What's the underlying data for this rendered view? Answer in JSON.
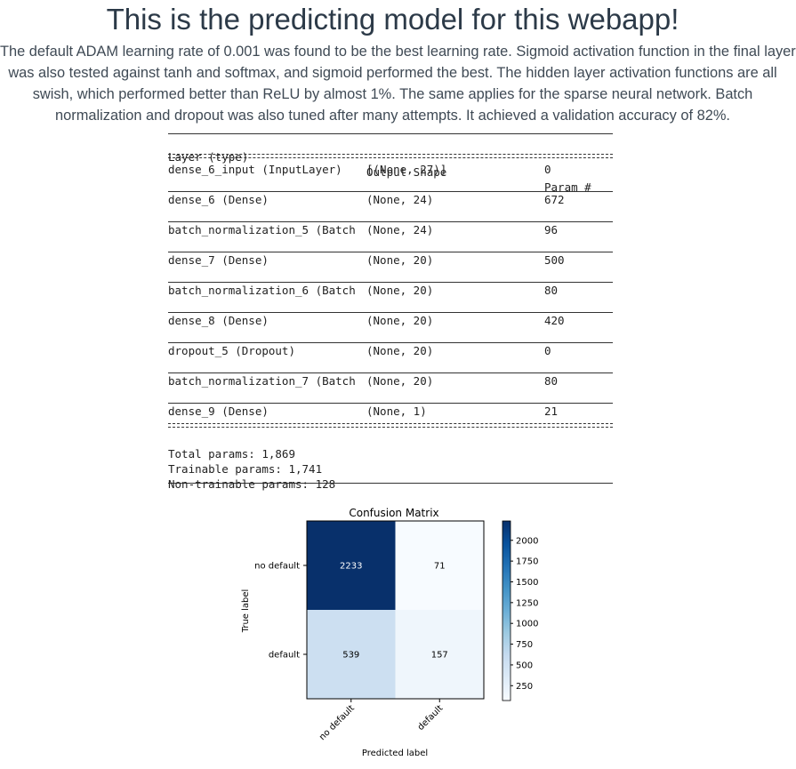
{
  "page": {
    "title": "This is the predicting model for this webapp!",
    "intro_lines": [
      "The default ADAM learning rate of 0.001 was found to be the best learning rate. Sigmoid activation function in the final layer",
      "was also tested against tanh and softmax, and sigmoid performed the best. The hidden layer activation functions are all",
      "swish, which performed better than ReLU by almost 1%. The same applies for the sparse neural network. Batch",
      "normalization and dropout was also tuned after many attempts. It achieved a validation accuracy of 82%."
    ]
  },
  "summary": {
    "headers": {
      "layer": "Layer (type)",
      "shape": "Output Shape",
      "params": "Param #"
    },
    "rows": [
      {
        "layer": "dense_6_input (InputLayer)",
        "shape": "[(None, 27)]",
        "params": "0"
      },
      {
        "layer": "dense_6 (Dense)",
        "shape": "(None, 24)",
        "params": "672"
      },
      {
        "layer": "batch_normalization_5 (Batch",
        "shape": "(None, 24)",
        "params": "96"
      },
      {
        "layer": "dense_7 (Dense)",
        "shape": "(None, 20)",
        "params": "500"
      },
      {
        "layer": "batch_normalization_6 (Batch",
        "shape": "(None, 20)",
        "params": "80"
      },
      {
        "layer": "dense_8 (Dense)",
        "shape": "(None, 20)",
        "params": "420"
      },
      {
        "layer": "dropout_5 (Dropout)",
        "shape": "(None, 20)",
        "params": "0"
      },
      {
        "layer": "batch_normalization_7 (Batch",
        "shape": "(None, 20)",
        "params": "80"
      },
      {
        "layer": "dense_9 (Dense)",
        "shape": "(None, 1)",
        "params": "21"
      }
    ],
    "totals": {
      "total": "Total params: 1,869",
      "trainable": "Trainable params: 1,741",
      "non_trainable": "Non-trainable params: 128"
    }
  },
  "chart_data": {
    "type": "heatmap",
    "title": "Confusion Matrix",
    "xlabel": "Predicted label",
    "ylabel": "True label",
    "x_categories": [
      "no default",
      "default"
    ],
    "y_categories": [
      "no default",
      "default"
    ],
    "values": [
      [
        2233,
        71
      ],
      [
        539,
        157
      ]
    ],
    "colormap": "Blues",
    "colorbar": {
      "min": 71,
      "max": 2233,
      "ticks": [
        250,
        500,
        750,
        1000,
        1250,
        1500,
        1750,
        2000
      ]
    },
    "colors": {
      "low": "#f7fbff",
      "high": "#08306b",
      "dark_text": "#000000",
      "light_text": "#ffffff"
    }
  }
}
